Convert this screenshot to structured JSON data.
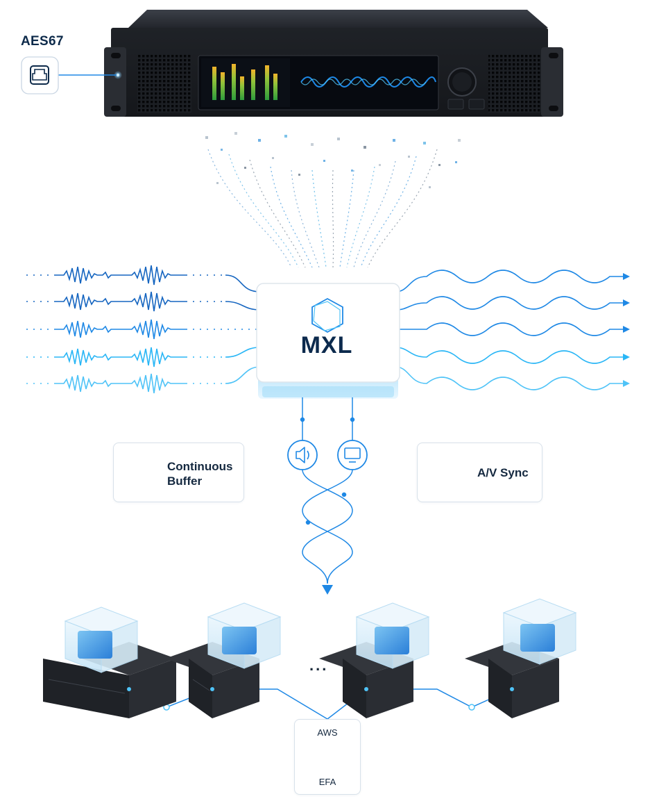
{
  "device": {
    "protocol_label": "AES67"
  },
  "mxl": {
    "title": "MXL"
  },
  "features": {
    "continuous_buffer": {
      "line1": "Continuous",
      "line2": "Buffer"
    },
    "av_sync": {
      "label": "A/V Sync"
    }
  },
  "network": {
    "aws_label": "AWS",
    "efa_label": "EFA",
    "ellipsis": "..."
  },
  "colors": {
    "navy": "#0c2a4d",
    "blue": "#1e88e5",
    "light_blue": "#4fc3f7",
    "chassis": "#2b2f36",
    "cube": "#d6ecf8"
  },
  "icons": [
    "ethernet-port-icon",
    "hexagon-logo-icon",
    "speaker-icon",
    "monitor-icon",
    "waveform-icon",
    "overlapping-circles-icon",
    "network-nodes-icon",
    "gpu-block-icon"
  ]
}
